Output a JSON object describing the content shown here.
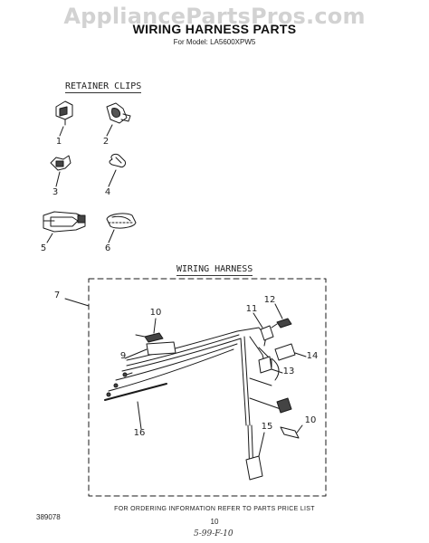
{
  "header": {
    "watermark": "AppliancePartsPros.com",
    "title": "WIRING HARNESS PARTS",
    "model": "For Model: LA5600XPW5"
  },
  "sections": {
    "retainer_clips": "RETAINER CLIPS",
    "wiring_harness": "WIRING HARNESS"
  },
  "part_numbers": [
    "1",
    "2",
    "3",
    "4",
    "5",
    "6",
    "7",
    "9",
    "10",
    "10",
    "11",
    "12",
    "13",
    "14",
    "15",
    "16"
  ],
  "footer": {
    "ordering_note": "FOR ORDERING INFORMATION REFER TO PARTS PRICE LIST",
    "page_number": "10",
    "doc_code": "389078",
    "handwritten": "5-99-F-10"
  },
  "colors": {
    "ink": "#1a1a1a",
    "watermark": "#d2d2d2"
  }
}
